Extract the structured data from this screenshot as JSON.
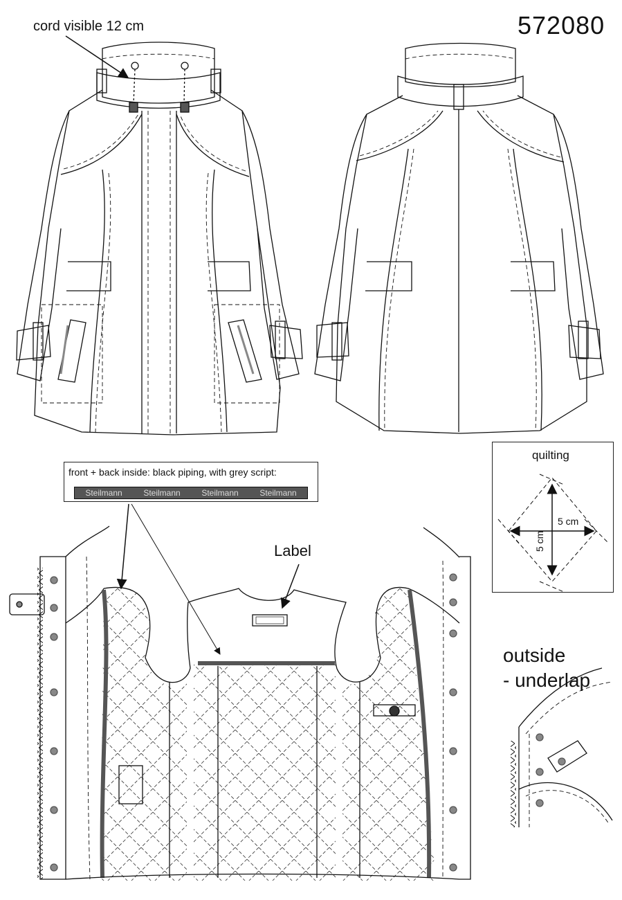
{
  "style_number": "572080",
  "cord_note": "cord visible 12 cm",
  "piping_note": {
    "caption": "front + back inside: black piping, with grey script:",
    "script_words": [
      "Steilmann",
      "Steilmann",
      "Steilmann",
      "Steilmann"
    ]
  },
  "label_note": "Label",
  "quilting": {
    "title": "quilting",
    "horizontal_measure": "5 cm",
    "vertical_measure": "5 cm"
  },
  "outside_note": {
    "line1": "outside",
    "line2": "- underlap"
  }
}
